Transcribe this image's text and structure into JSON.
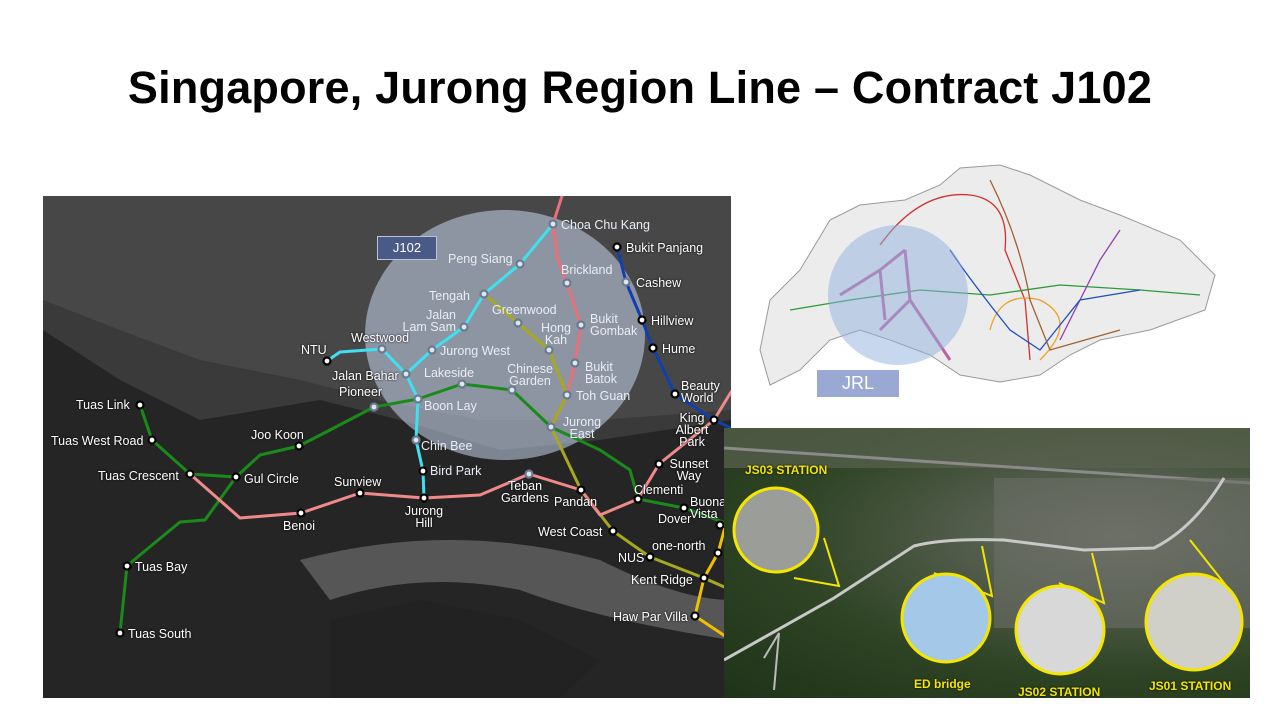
{
  "title": "Singapore, Jurong Region Line – Contract J102",
  "map": {
    "contract_label": "J102",
    "stations": {
      "choa_chu_kang": "Choa Chu Kang",
      "bukit_panjang": "Bukit Panjang",
      "peng_siang": "Peng Siang",
      "brickland": "Brickland",
      "cashew": "Cashew",
      "tengah": "Tengah",
      "greenwood": "Greenwood",
      "jalan_lam_sam": "Jalan Lam Sam",
      "hong_kah": "Hong Kah",
      "bukit_gombak": "Bukit Gombak",
      "hillview": "Hillview",
      "hume": "Hume",
      "ntu": "NTU",
      "westwood": "Westwood",
      "jurong_west": "Jurong West",
      "jalan_bahar": "Jalan Bahar",
      "lakeside": "Lakeside",
      "chinese_garden": "Chinese Garden",
      "bukit_batok": "Bukit Batok",
      "pioneer": "Pioneer",
      "boon_lay": "Boon Lay",
      "toh_guan": "Toh Guan",
      "beauty_world": "Beauty World",
      "tuas_link": "Tuas Link",
      "jurong_east": "Jurong East",
      "king_albert_park": "King Albert Park",
      "tuas_west_road": "Tuas West Road",
      "joo_koon": "Joo Koon",
      "chin_bee": "Chin Bee",
      "sunset_way": "Sunset Way",
      "tuas_crescent": "Tuas Crescent",
      "gul_circle": "Gul Circle",
      "bird_park": "Bird Park",
      "teban_gardens": "Teban Gardens",
      "sunview": "Sunview",
      "pandan": "Pandan",
      "clementi": "Clementi",
      "buona_vista": "Buona Vista",
      "dover": "Dover",
      "benoi": "Benoi",
      "jurong_hill": "Jurong Hill",
      "west_coast": "West Coast",
      "tuas_bay": "Tuas Bay",
      "one_north": "one-north",
      "nus": "NUS",
      "kent_ridge": "Kent Ridge",
      "tuas_south": "Tuas South",
      "haw_par_villa": "Haw Par Villa"
    },
    "line_colors": {
      "east_west": "#1a8a1a",
      "jrl_pink": "#f08a8a",
      "jrl_cyan": "#3fe0f0",
      "north_south": "#e03030",
      "jrl_olive": "#a8a820",
      "downtown": "#1040b0",
      "circle": "#f0c000"
    }
  },
  "overview_map": {
    "label": "JRL"
  },
  "aerial": {
    "labels": {
      "js03": "JS03 STATION",
      "ed_bridge": "ED bridge",
      "js02": "JS02 STATION",
      "js01": "JS01 STATION"
    },
    "highlight_color": "#f5e600"
  }
}
